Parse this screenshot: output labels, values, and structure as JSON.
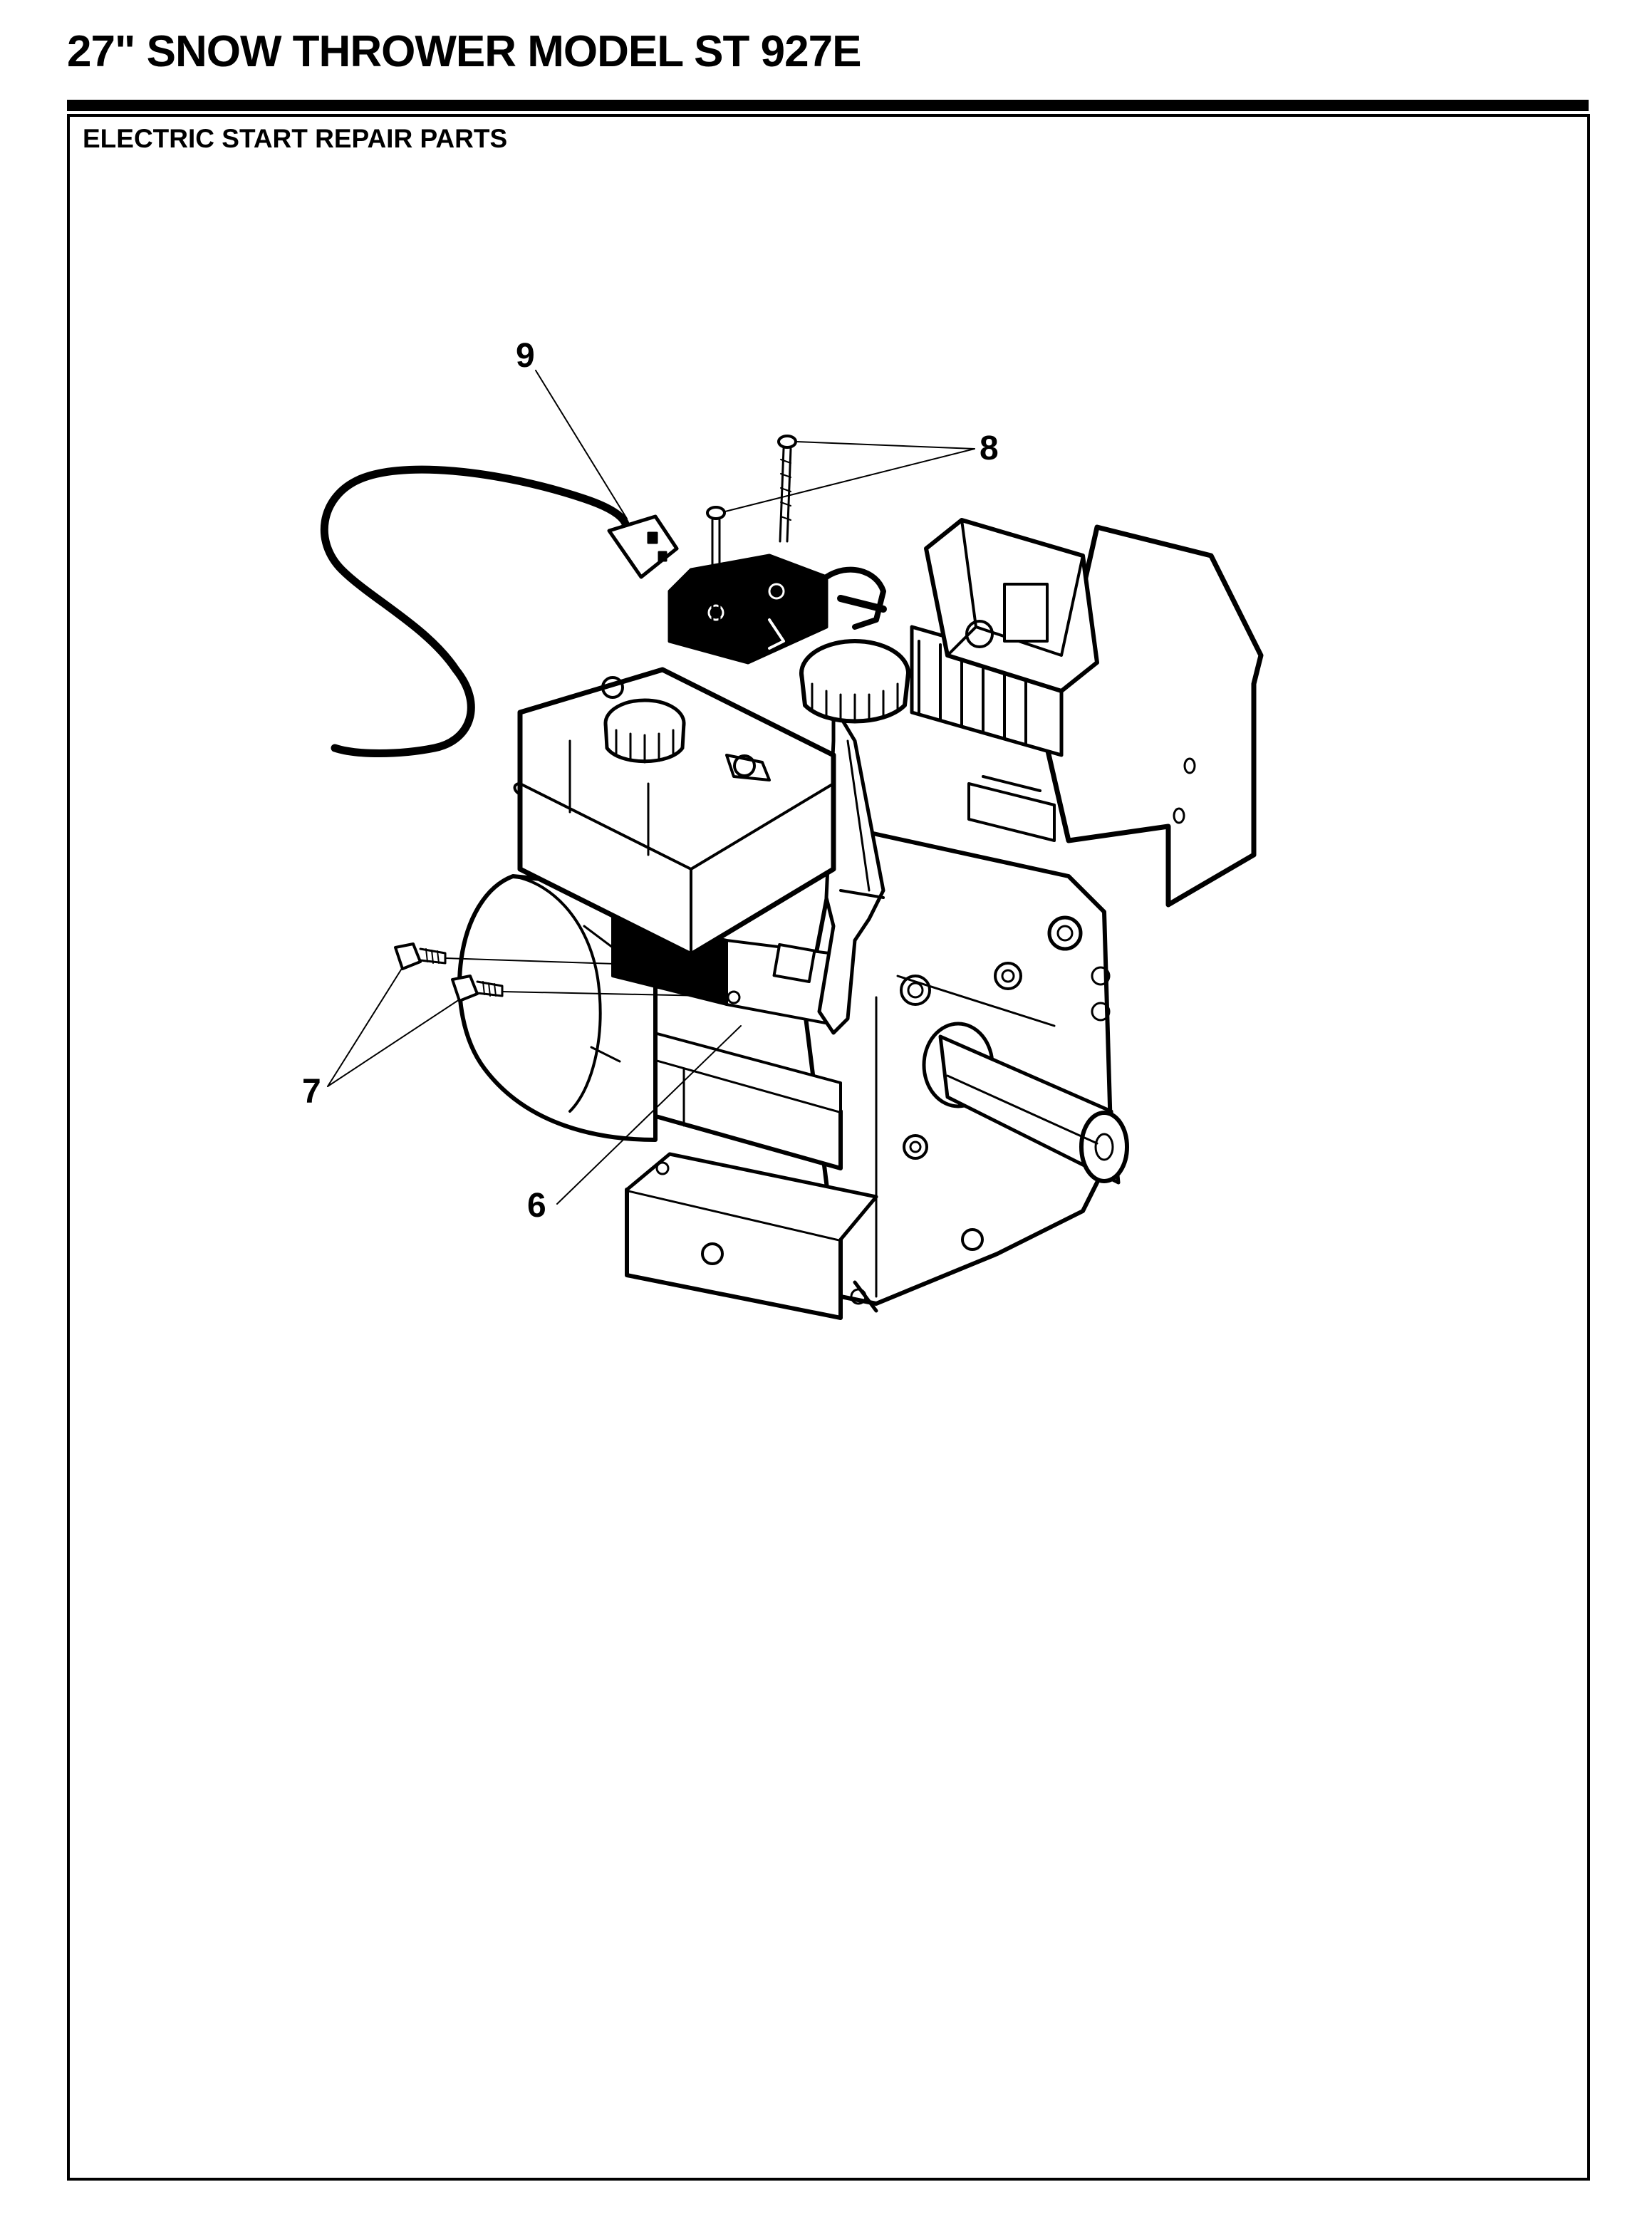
{
  "header": {
    "title": "27\" SNOW THROWER MODEL ST 927E"
  },
  "section": {
    "title": "ELECTRIC START REPAIR PARTS"
  },
  "diagram": {
    "callouts": [
      {
        "id": "9",
        "label": "9"
      },
      {
        "id": "8",
        "label": "8"
      },
      {
        "id": "7",
        "label": "7"
      },
      {
        "id": "6",
        "label": "6"
      }
    ]
  }
}
